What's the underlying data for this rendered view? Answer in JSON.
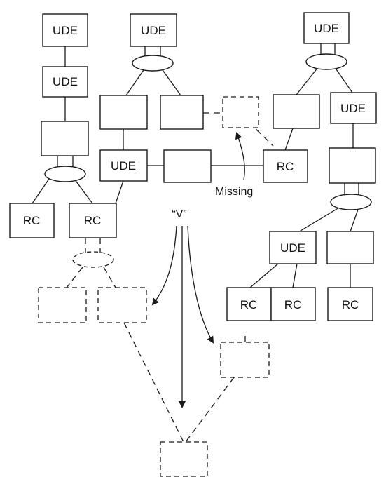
{
  "labels": {
    "ude": "UDE",
    "rc": "RC",
    "missing": "Missing",
    "v": "“V”"
  }
}
